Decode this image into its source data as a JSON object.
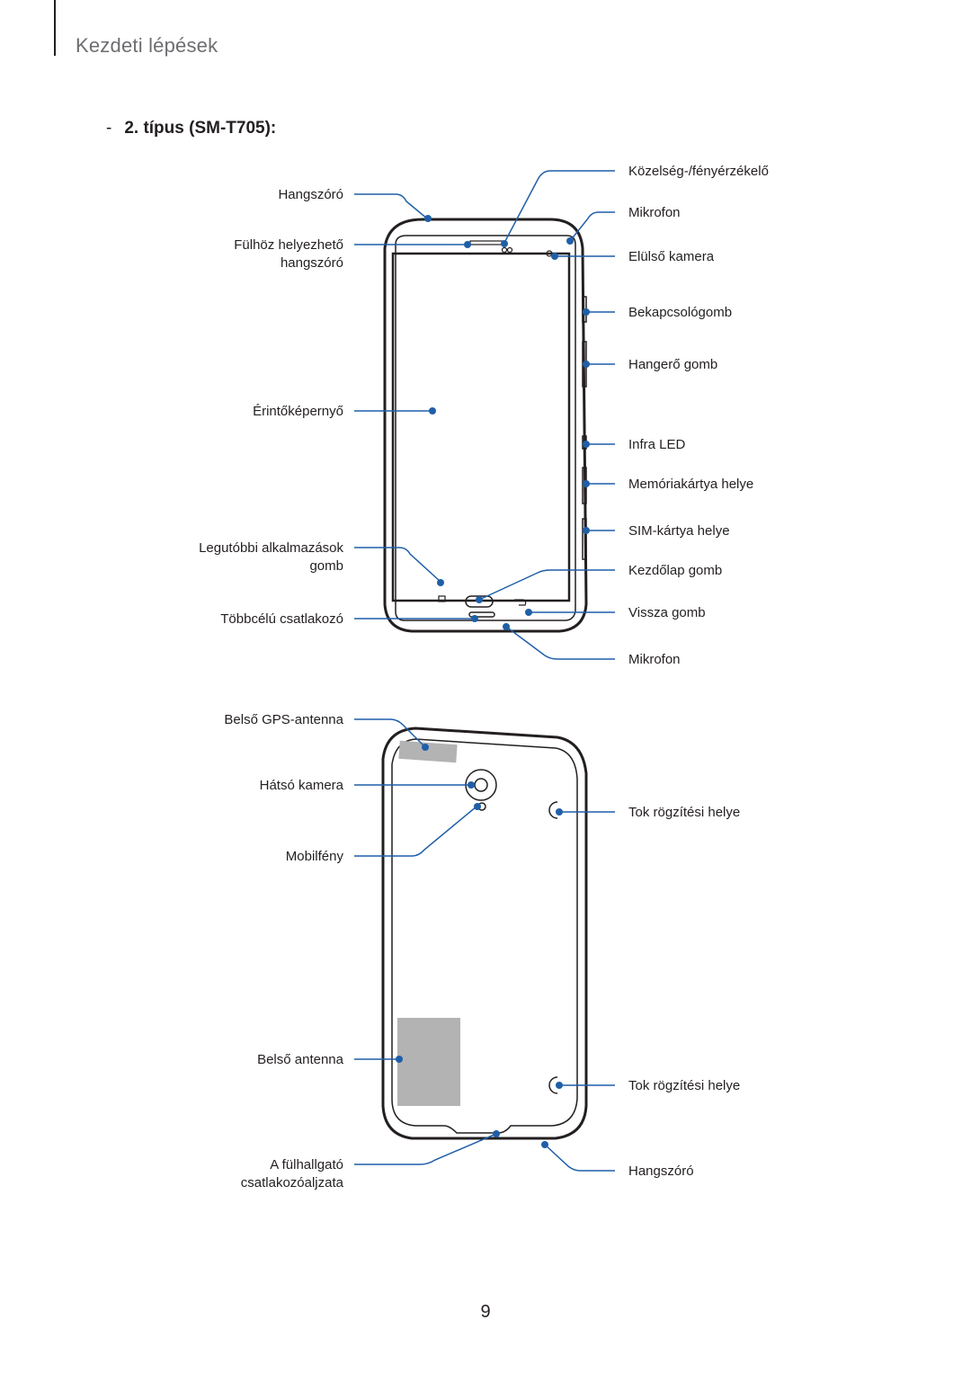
{
  "header": {
    "section_title": "Kezdeti lépések"
  },
  "subheading": {
    "dash": "-",
    "text": "2. típus (SM-T705):"
  },
  "front": {
    "left_labels": {
      "hangszoro": "Hangszóró",
      "fulhoz_line1": "Fülhöz helyezhető",
      "fulhoz_line2": "hangszóró",
      "erinto": "Érintőképernyő",
      "legutobbi_line1": "Legutóbbi alkalmazások",
      "legutobbi_line2": "gomb",
      "tobbcelu": "Többcélú csatlakozó"
    },
    "right_labels": {
      "kozelseg": "Közelség-/fényérzékelő",
      "mikrofon_top": "Mikrofon",
      "elulso_kamera": "Elülső kamera",
      "bekapcsolo": "Bekapcsológomb",
      "hangero": "Hangerő gomb",
      "infra": "Infra LED",
      "memoria": "Memóriakártya helye",
      "sim": "SIM-kártya helye",
      "kezdolap": "Kezdőlap gomb",
      "vissza": "Vissza gomb",
      "mikrofon_bottom": "Mikrofon"
    }
  },
  "back": {
    "left_labels": {
      "gps": "Belső GPS-antenna",
      "hatso_kamera": "Hátsó kamera",
      "mobilfeny": "Mobilfény",
      "belso_antenna": "Belső antenna",
      "fulhallgato_line1": "A fülhallgató",
      "fulhallgato_line2": "csatlakozóaljzata"
    },
    "right_labels": {
      "tok_top": "Tok rögzítési helye",
      "tok_bottom": "Tok rögzítési helye",
      "hangszoro": "Hangszóró"
    }
  },
  "colors": {
    "callout": "#1f5fa8",
    "outline": "#231f20",
    "antenna_fill": "#b3b3b3"
  },
  "page_number": "9"
}
